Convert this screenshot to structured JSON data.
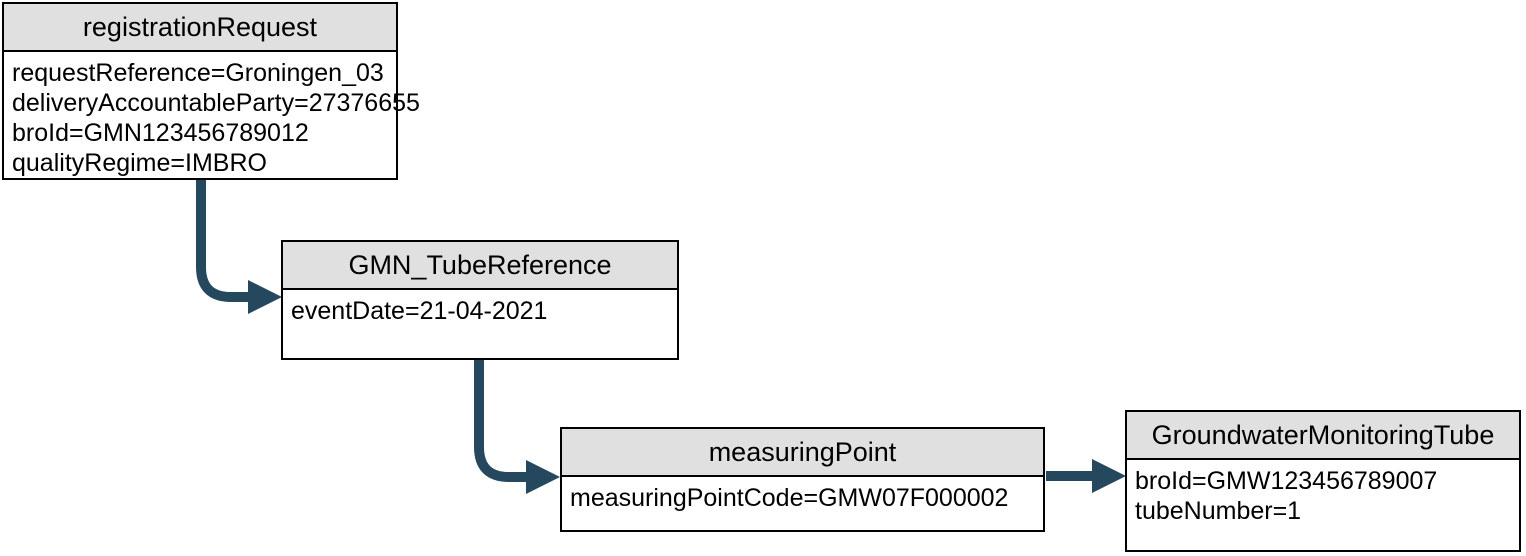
{
  "diagram": {
    "colors": {
      "arrow": "#25485F",
      "header_fill": "#E0E0E0",
      "border": "#000000",
      "background": "#FFFFFF"
    },
    "nodes": [
      {
        "title": "registrationRequest",
        "attributes": [
          "requestReference=Groningen_03",
          "deliveryAccountableParty=27376655",
          "broId=GMN123456789012",
          "qualityRegime=IMBRO"
        ]
      },
      {
        "title": "GMN_TubeReference",
        "attributes": [
          "eventDate=21-04-2021"
        ]
      },
      {
        "title": "measuringPoint",
        "attributes": [
          "measuringPointCode=GMW07F000002"
        ]
      },
      {
        "title": "GroundwaterMonitoringTube",
        "attributes": [
          "broId=GMW123456789007",
          "tubeNumber=1"
        ]
      }
    ],
    "connections": [
      {
        "from": "registrationRequest",
        "to": "GMN_TubeReference"
      },
      {
        "from": "GMN_TubeReference",
        "to": "measuringPoint"
      },
      {
        "from": "measuringPoint",
        "to": "GroundwaterMonitoringTube"
      }
    ]
  }
}
